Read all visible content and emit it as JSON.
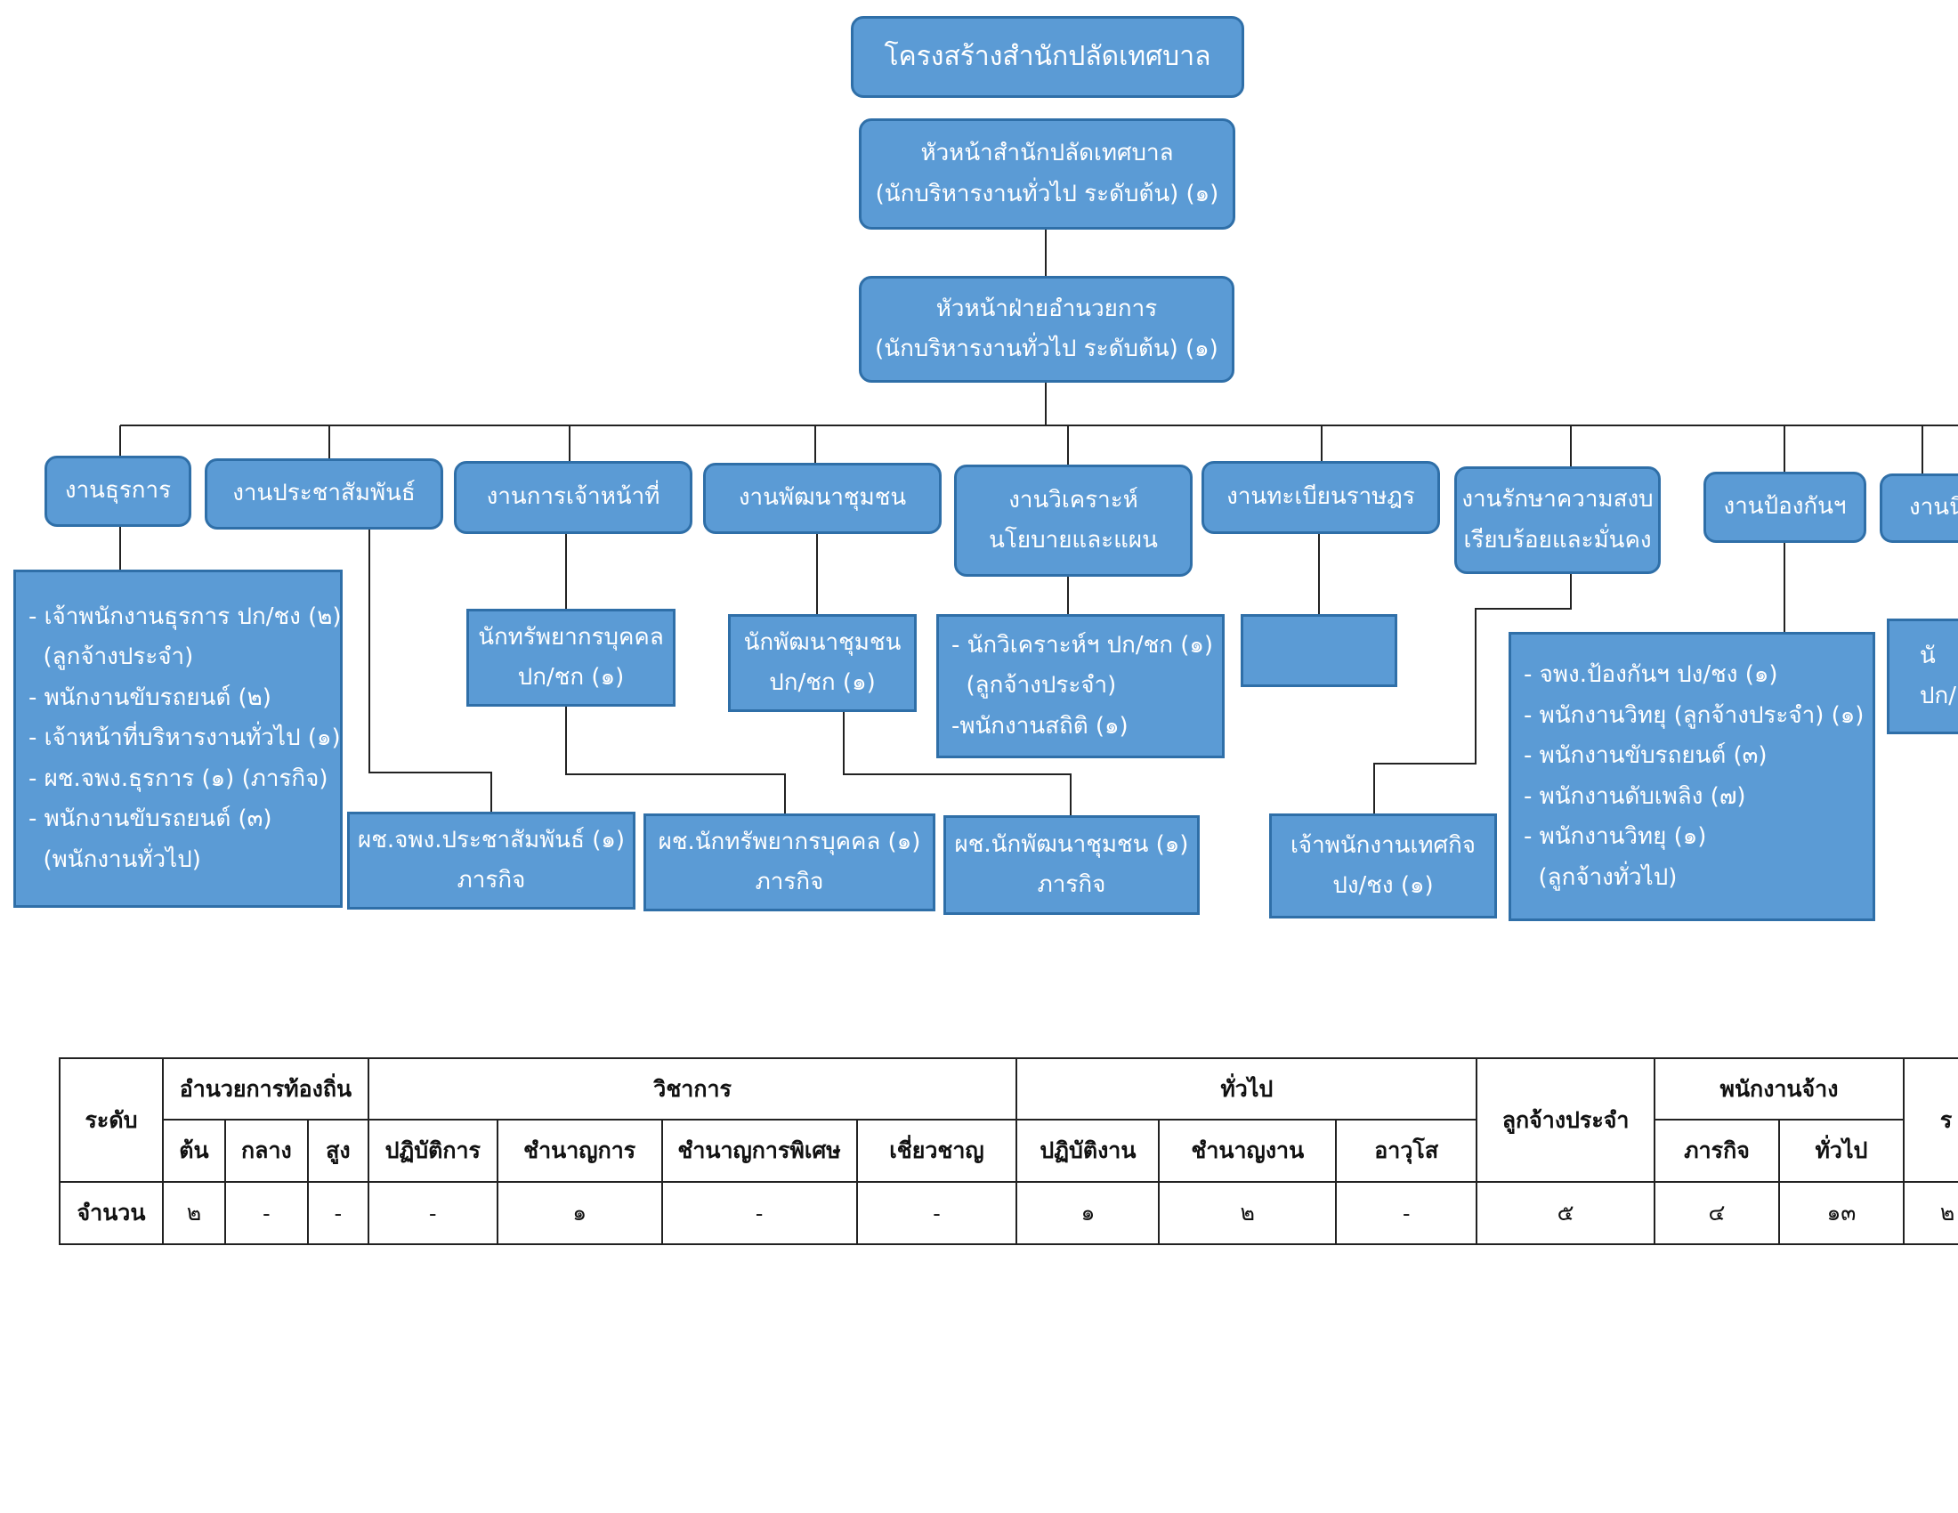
{
  "title": "โครงสร้างสำนักปลัดเทศบาล",
  "head": [
    "หัวหน้าสำนักปลัดเทศบาล",
    "(นักบริหารงานทั่วไป ระดับต้น) (๑)"
  ],
  "deputy": [
    "หัวหน้าฝ่ายอำนวยการ",
    "(นักบริหารงานทั่วไป ระดับต้น) (๑)"
  ],
  "units": {
    "u1": [
      "งานธุรการ"
    ],
    "u2": [
      "งานประชาสัมพันธ์"
    ],
    "u3": [
      "งานการเจ้าหน้าที่"
    ],
    "u4": [
      "งานพัฒนาชุมชน"
    ],
    "u5": [
      "งานวิเคราะห์",
      "นโยบายและแผน"
    ],
    "u6": [
      "งานทะเบียนราษฎร"
    ],
    "u7": [
      "งานรักษาความสงบ",
      "เรียบร้อยและมั่นคง"
    ],
    "u8": [
      "งานป้องกันฯ"
    ],
    "u9": [
      "งานนิ"
    ]
  },
  "staff": {
    "s1": [
      "- เจ้าพนักงานธุรการ ปก/ชง (๒)",
      "  (ลูกจ้างประจำ)",
      "- พนักงานขับรถยนต์ (๒)",
      "- เจ้าหน้าที่บริหารงานทั่วไป (๑)",
      "- ผช.จพง.ธุรการ (๑) (ภารกิจ)",
      "- พนักงานขับรถยนต์ (๓)",
      "  (พนักงานทั่วไป)"
    ],
    "s3": [
      "นักทรัพยากรบุคคล",
      "ปก/ชก (๑)"
    ],
    "s4": [
      "นักพัฒนาชุมชน",
      "ปก/ชก (๑)"
    ],
    "s5": [
      "- นักวิเคราะห์ฯ ปก/ชก (๑)",
      "  (ลูกจ้างประจำ)",
      "-พนักงานสถิติ (๑)"
    ],
    "s8": [
      "- จพง.ป้องกันฯ ปง/ชง (๑)",
      "- พนักงานวิทยุ (ลูกจ้างประจำ) (๑)",
      "- พนักงานขับรถยนต์ (๓)",
      "- พนักงานดับเพลิง (๗)",
      "- พนักงานวิทยุ (๑)",
      "  (ลูกจ้างทั่วไป)"
    ],
    "s9": [
      "นั",
      "ปก/"
    ],
    "s2b": [
      "ผช.จพง.ประชาสัมพันธ์ (๑)",
      "ภารกิจ"
    ],
    "s3b": [
      "ผช.นักทรัพยากรบุคคล (๑)",
      "ภารกิจ"
    ],
    "s4b": [
      "ผช.นักพัฒนาชุมชน (๑)",
      "ภารกิจ"
    ],
    "s7b": [
      "เจ้าพนักงานเทศกิจ",
      "ปง/ชง (๑)"
    ]
  },
  "table": {
    "row_label_level": "ระดับ",
    "row_label_count": "จำนวน",
    "groups": [
      "อำนวยการท้องถิ่น",
      "วิชาการ",
      "ทั่วไป",
      "ลูกจ้างประจำ",
      "พนักงานจ้าง",
      "ร"
    ],
    "levels": [
      "ต้น",
      "กลาง",
      "สูง",
      "ปฏิบัติการ",
      "ชำนาญการ",
      "ชำนาญการพิเศษ",
      "เชี่ยวชาญ",
      "ปฏิบัติงาน",
      "ชำนาญงาน",
      "อาวุโส",
      "ภารกิจ",
      "ทั่วไป"
    ],
    "counts": [
      "๒",
      "-",
      "-",
      "-",
      "๑",
      "-",
      "-",
      "๑",
      "๒",
      "-",
      "๕",
      "๔",
      "๑๓",
      "๒"
    ]
  }
}
